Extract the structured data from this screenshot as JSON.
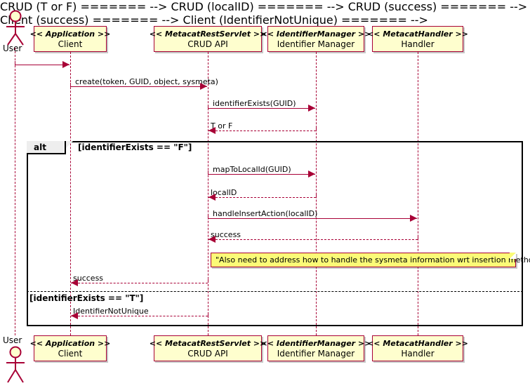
{
  "diagram": {
    "type": "uml-sequence-diagram",
    "colors": {
      "participant_fill": "#FEFECE",
      "participant_border": "#A80036",
      "lifeline": "#A80036",
      "arrow": "#A80036",
      "note_fill": "#FBFB77",
      "frame_border": "#000000",
      "frame_tab_fill": "#EEEEEE"
    },
    "actor": {
      "name": "User",
      "label": "User",
      "icon": "stick-figure-actor-icon"
    },
    "participants": [
      {
        "id": "client",
        "stereotype": "<< Application >>",
        "name": "Client"
      },
      {
        "id": "crud",
        "stereotype": "<< MetacatRestServlet >>",
        "name": "CRUD API"
      },
      {
        "id": "idmgr",
        "stereotype": "<< IdentifierManager >>",
        "name": "Identifier Manager"
      },
      {
        "id": "handler",
        "stereotype": "<< MetacatHandler >>",
        "name": "Handler"
      }
    ],
    "messages": [
      {
        "id": "m0",
        "label": "",
        "from": "user",
        "to": "client",
        "kind": "call"
      },
      {
        "id": "m1",
        "label": "create(token, GUID, object, sysmeta)",
        "from": "client",
        "to": "crud",
        "kind": "call"
      },
      {
        "id": "m2",
        "label": "identifierExists(GUID)",
        "from": "crud",
        "to": "idmgr",
        "kind": "call"
      },
      {
        "id": "m3",
        "label": "T or F",
        "from": "idmgr",
        "to": "crud",
        "kind": "return"
      },
      {
        "id": "m4",
        "label": "mapToLocalId(GUID)",
        "from": "crud",
        "to": "idmgr",
        "kind": "call"
      },
      {
        "id": "m5",
        "label": "localID",
        "from": "idmgr",
        "to": "crud",
        "kind": "return"
      },
      {
        "id": "m6",
        "label": "handleInsertAction(localID)",
        "from": "crud",
        "to": "handler",
        "kind": "call"
      },
      {
        "id": "m7",
        "label": "success",
        "from": "handler",
        "to": "crud",
        "kind": "return"
      },
      {
        "id": "m8",
        "label": "success",
        "from": "crud",
        "to": "client",
        "kind": "return"
      },
      {
        "id": "m9",
        "label": "IdentifierNotUnique",
        "from": "crud",
        "to": "client",
        "kind": "return"
      }
    ],
    "fragment": {
      "operator": "alt",
      "branches": [
        {
          "condition": "[identifierExists == \"F\"]"
        },
        {
          "condition": "[identifierExists == \"T\"]"
        }
      ]
    },
    "notes": [
      {
        "id": "note1",
        "text": "\"Also need to address how to handle the sysmeta information wrt insertion methods\""
      }
    ]
  }
}
